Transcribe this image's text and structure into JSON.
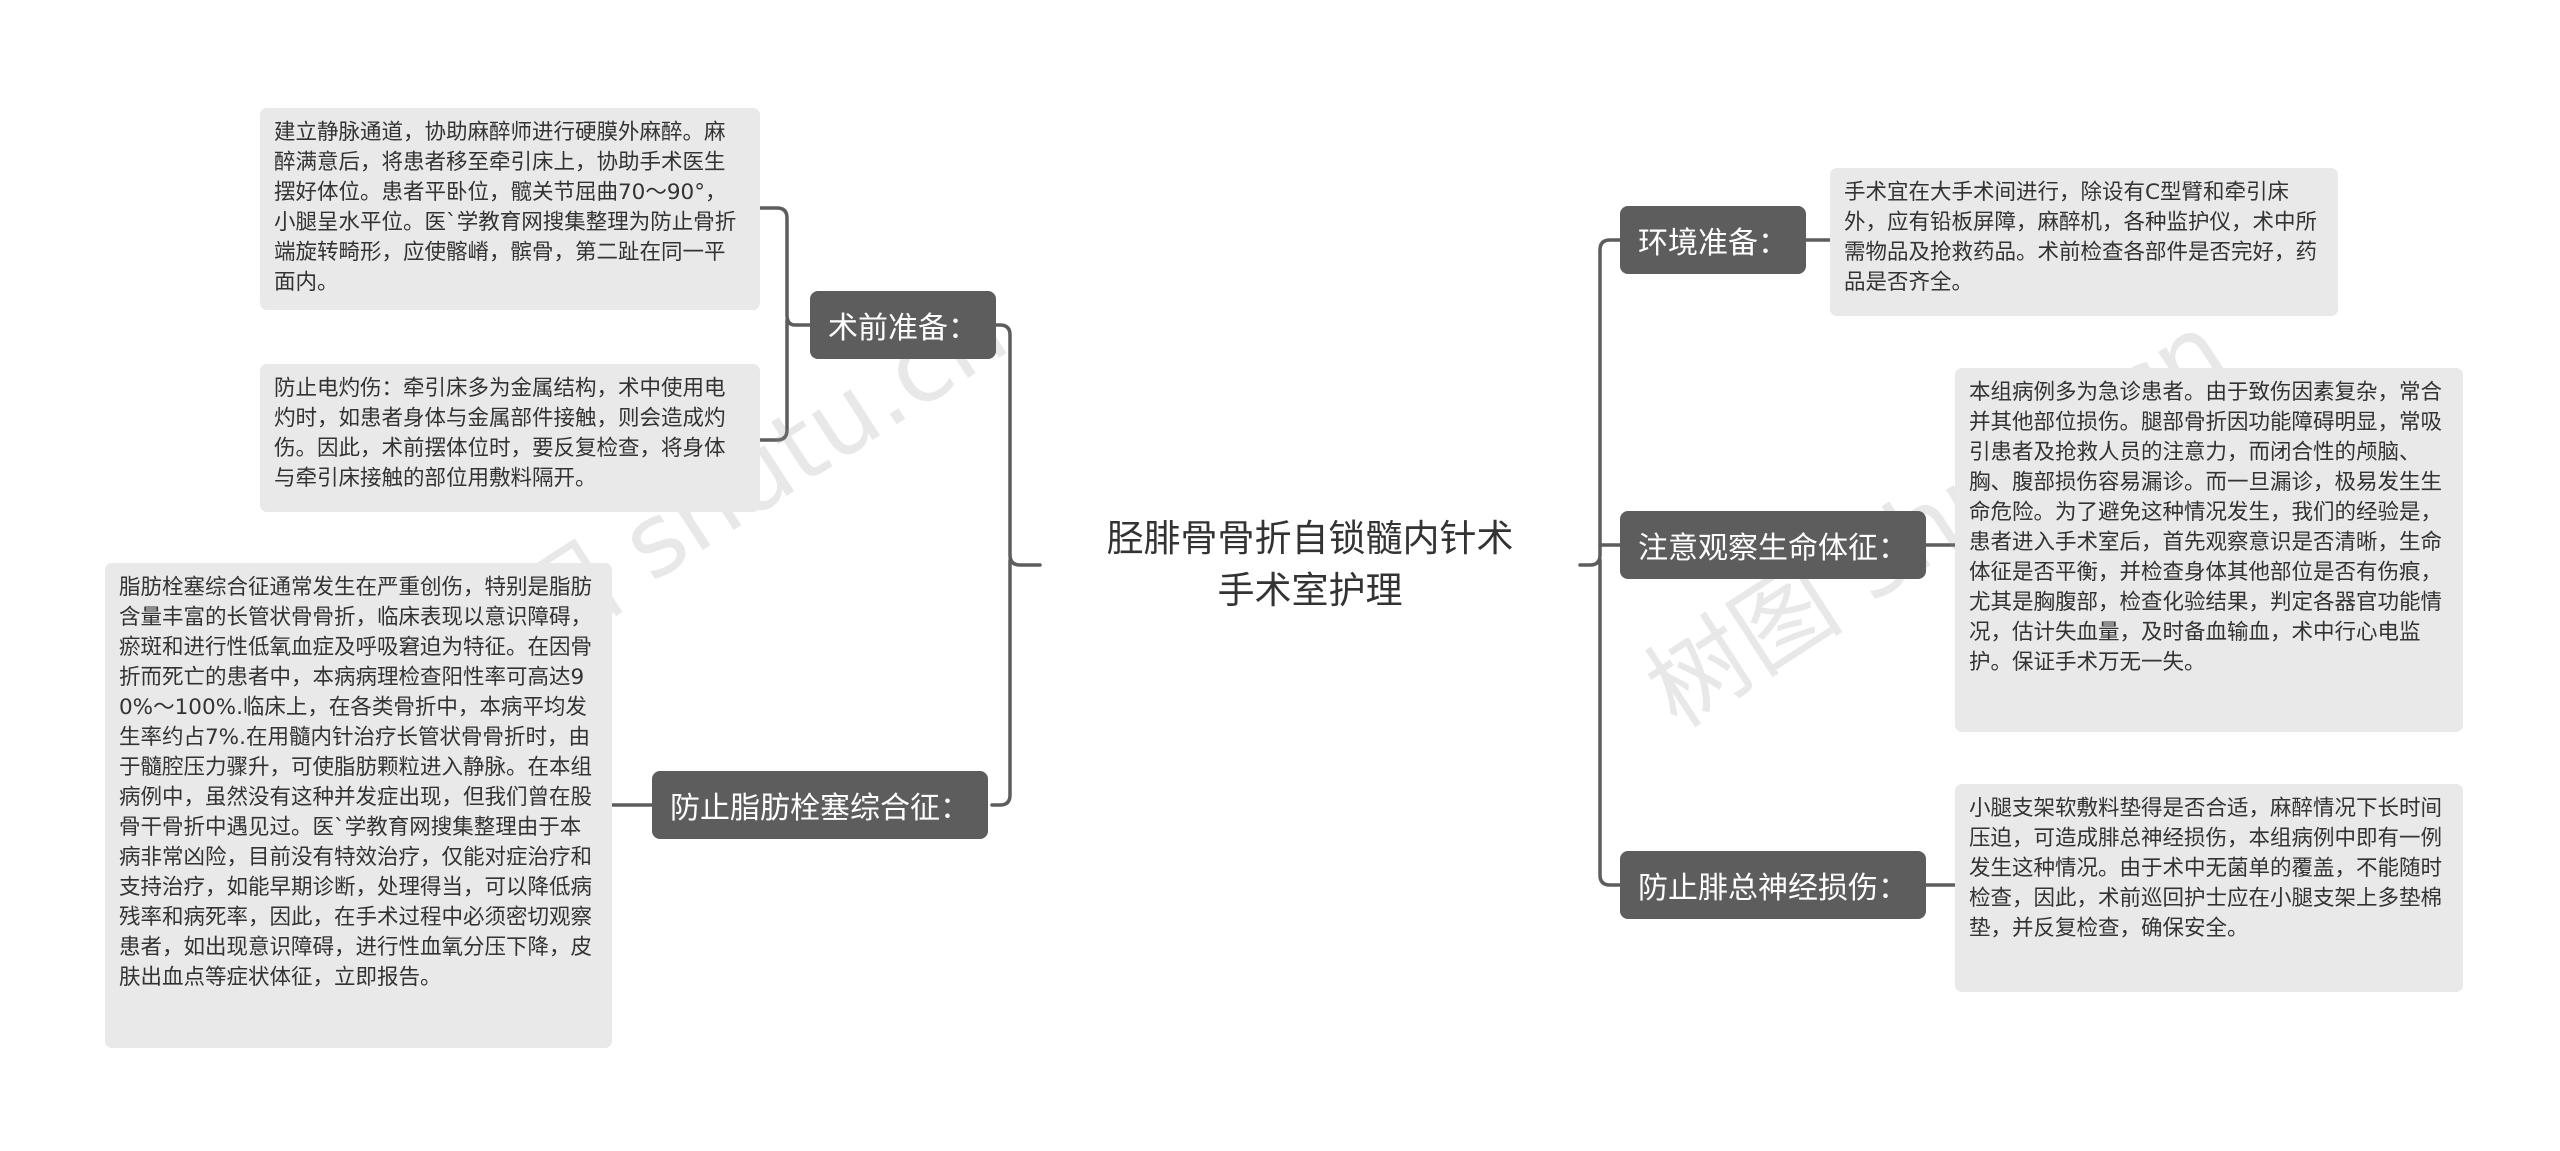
{
  "root": {
    "line1": "胫腓骨骨折自锁髓内针术",
    "line2": "手术室护理"
  },
  "left": {
    "preop": {
      "label": "术前准备：",
      "notes": [
        "建立静脉通道，协助麻醉师进行硬膜外麻醉。麻醉满意后，将患者移至牵引床上，协助手术医生摆好体位。患者平卧位，髋关节屈曲70～90°，小腿呈水平位。医`学教育网搜集整理为防止骨折端旋转畸形，应使髂嵴，髌骨，第二趾在同一平面内。",
        "防止电灼伤：牵引床多为金属结构，术中使用电灼时，如患者身体与金属部件接触，则会造成灼伤。因此，术前摆体位时，要反复检查，将身体与牵引床接触的部位用敷料隔开。"
      ]
    },
    "fat_embolism": {
      "label": "防止脂肪栓塞综合征：",
      "note": "脂肪栓塞综合征通常发生在严重创伤，特别是脂肪含量丰富的长管状骨骨折，临床表现以意识障碍，瘀斑和进行性低氧血症及呼吸窘迫为特征。在因骨折而死亡的患者中，本病病理检查阳性率可高达90%～100%.临床上，在各类骨折中，本病平均发生率约占7%.在用髓内针治疗长管状骨骨折时，由于髓腔压力骤升，可使脂肪颗粒进入静脉。在本组病例中，虽然没有这种并发症出现，但我们曾在股骨干骨折中遇见过。医`学教育网搜集整理由于本病非常凶险，目前没有特效治疗，仅能对症治疗和支持治疗，如能早期诊断，处理得当，可以降低病残率和病死率，因此，在手术过程中必须密切观察患者，如出现意识障碍，进行性血氧分压下降，皮肤出血点等症状体征，立即报告。"
    }
  },
  "right": {
    "environment": {
      "label": "环境准备：",
      "note": "手术宜在大手术间进行，除设有C型臂和牵引床外，应有铅板屏障，麻醉机，各种监护仪，术中所需物品及抢救药品。术前检查各部件是否完好，药品是否齐全。"
    },
    "vital_signs": {
      "label": "注意观察生命体征：",
      "note": "本组病例多为急诊患者。由于致伤因素复杂，常合并其他部位损伤。腿部骨折因功能障碍明显，常吸引患者及抢救人员的注意力，而闭合性的颅脑、胸、腹部损伤容易漏诊。而一旦漏诊，极易发生生命危险。为了避免这种情况发生，我们的经验是，患者进入手术室后，首先观察意识是否清晰，生命体征是否平衡，并检查身体其他部位是否有伤痕，尤其是胸腹部，检查化验结果，判定各器官功能情况，估计失血量，及时备血输血，术中行心电监护。保证手术万无一失。"
    },
    "peroneal": {
      "label": "防止腓总神经损伤：",
      "note": "小腿支架软敷料垫得是否合适，麻醉情况下长时间压迫，可造成腓总神经损伤，本组病例中即有一例发生这种情况。由于术中无菌单的覆盖，不能随时检查，因此，术前巡回护士应在小腿支架上多垫棉垫，并反复检查，确保安全。"
    }
  },
  "watermarks": [
    "树图 shutu.cn",
    "树图 shutu.cn"
  ],
  "colors": {
    "branch_bg": "#5d5d5d",
    "leaf_bg": "#e9e9e9",
    "line": "#5d5d5d"
  }
}
